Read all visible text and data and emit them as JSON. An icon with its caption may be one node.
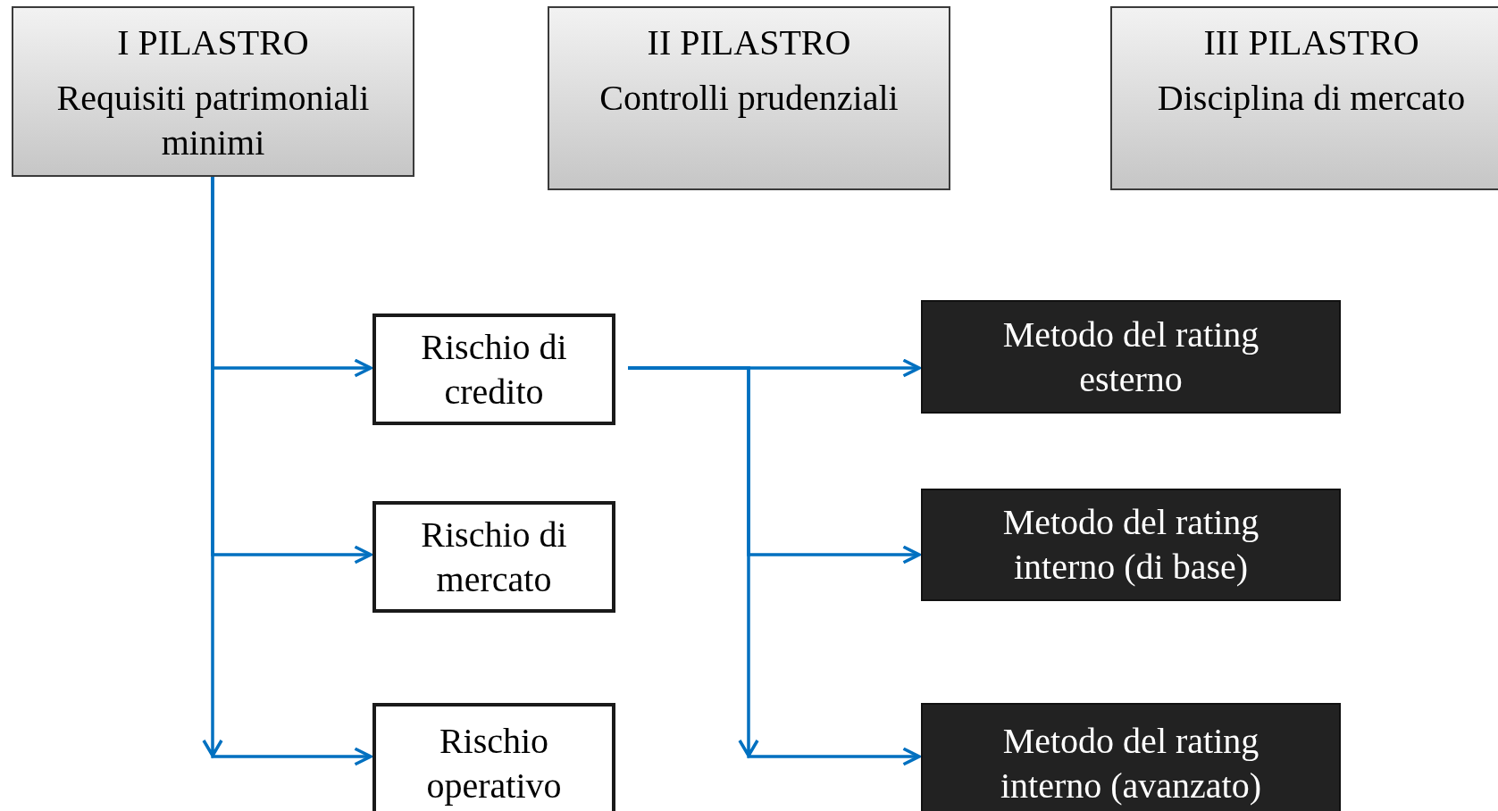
{
  "diagram": {
    "nodes": [
      {
        "text": [
          "I PILASTRO",
          "Requisiti patrimoniali minimi"
        ]
      },
      {
        "text": [
          "II PILASTRO",
          "Controlli prudenziali"
        ]
      },
      {
        "text": [
          "III PILASTRO",
          "Disciplina di mercato"
        ]
      },
      {
        "text": [
          "Rischio di credito"
        ]
      },
      {
        "text": [
          "Rischio di mercato"
        ]
      },
      {
        "text": [
          "Rischio operativo"
        ]
      },
      {
        "text": [
          "Metodo del rating esterno"
        ]
      },
      {
        "text": [
          "Metodo del rating interno (di base)"
        ]
      },
      {
        "text": [
          "Metodo del rating interno (avanzato)"
        ]
      }
    ],
    "edges": [
      {
        "from": 0,
        "to": 3,
        "arrow": "to"
      },
      {
        "from": 0,
        "to": 4,
        "arrow": "to"
      },
      {
        "from": 0,
        "to": 5,
        "arrow": "to"
      },
      {
        "from": 3,
        "to": 6,
        "arrow": "to"
      },
      {
        "from": 3,
        "to": 7,
        "arrow": "to"
      },
      {
        "from": 3,
        "to": 8,
        "arrow": "to"
      }
    ]
  }
}
